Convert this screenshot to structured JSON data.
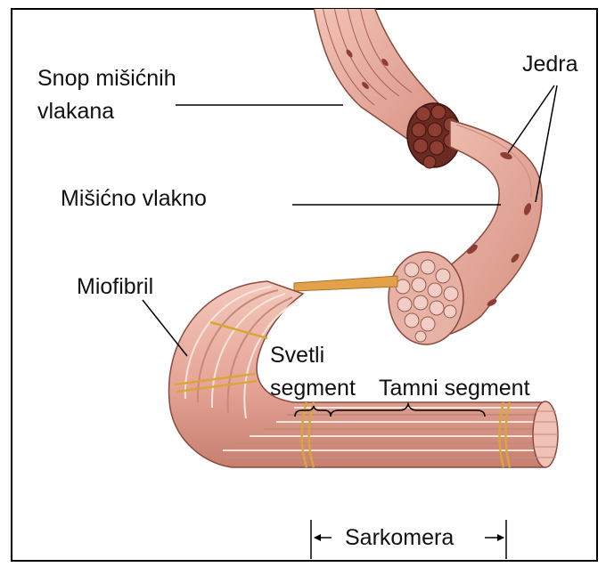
{
  "labels": {
    "bundle_line1": "Snop mišićnih",
    "bundle_line2": "vlakana",
    "nuclei": "Jedra",
    "fiber": "Mišićno vlakno",
    "myofibril": "Miofibril",
    "light_line1": "Svetli",
    "light_line2": "segment",
    "dark": "Tamni segment",
    "sarcomere": "Sarkomera"
  },
  "colors": {
    "frame": "#000000",
    "tissue": "#e8a99c",
    "tissue_dark": "#b96b5c",
    "nucleus": "#8e3d33",
    "stripe_light": "#f7e6dc",
    "stripe_dark": "#c48a7c",
    "z_line": "#d9a63a",
    "connector": "#e3a24a",
    "bundle_fiber": "#7a3a2e"
  }
}
